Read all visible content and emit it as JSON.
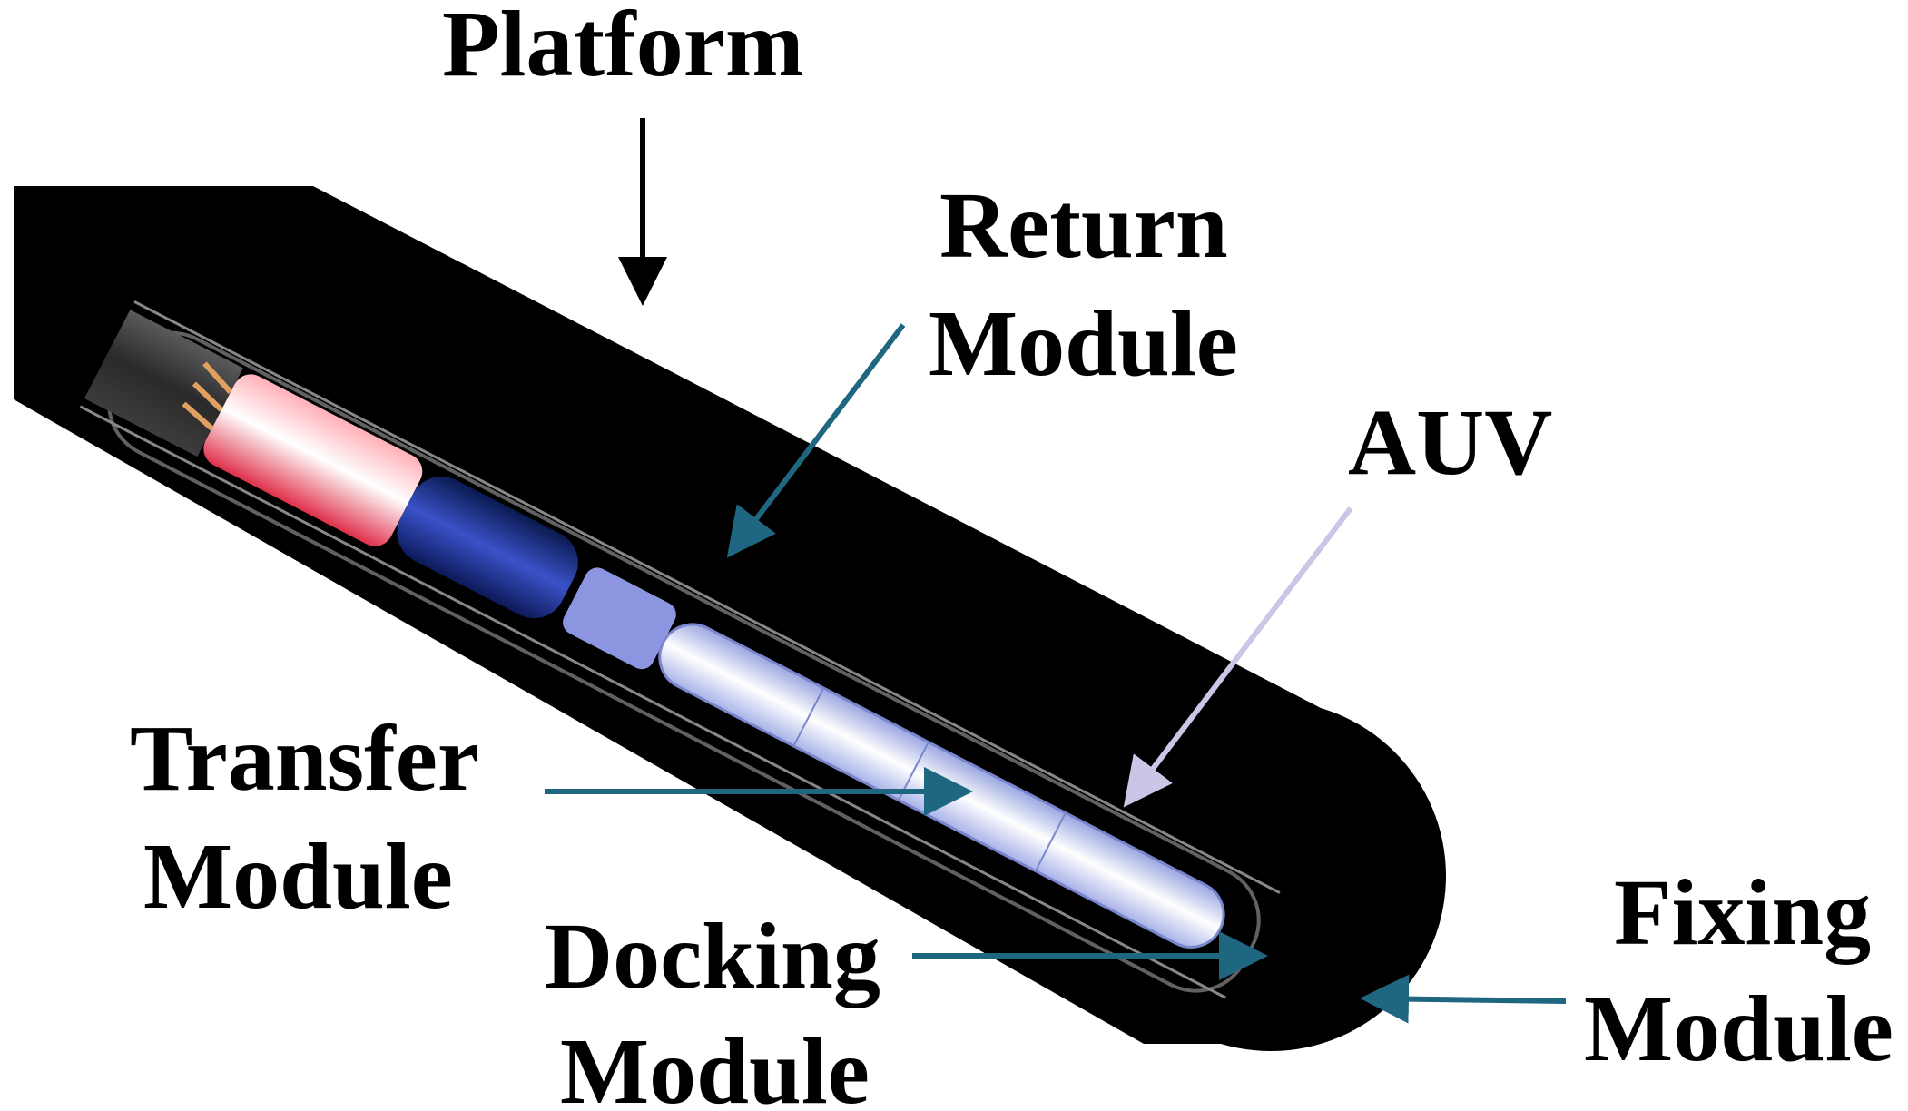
{
  "labels": {
    "platform": "Platform",
    "return_line1": "Return",
    "return_line2": "Module",
    "auv": "AUV",
    "transfer_line1": "Transfer",
    "transfer_line2": "Module",
    "docking_line1": "Docking",
    "docking_line2": "Module",
    "fixing_line1": "Fixing",
    "fixing_line2": "Module"
  },
  "colors": {
    "background": "#ffffff",
    "platform_body": "#000000",
    "leader_dark": "#1f6680",
    "leader_auv": "#c9c6e6",
    "label_text": "#000000",
    "auv_body": "#e6ebfb",
    "return_module": "#2a3aa0",
    "transfer_module": "#e8505a"
  }
}
